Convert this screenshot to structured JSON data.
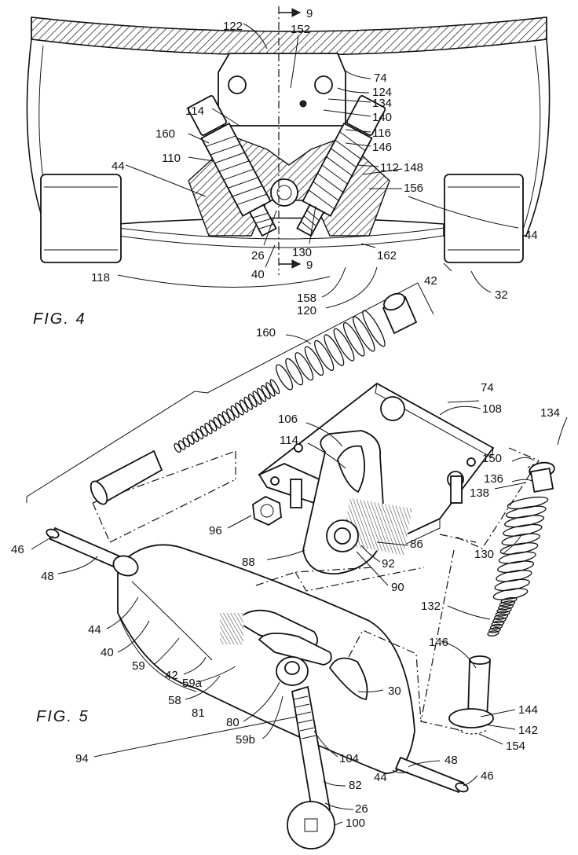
{
  "figures": {
    "fig4": {
      "caption": "FIG. 4"
    },
    "fig5": {
      "caption": "FIG. 5"
    }
  },
  "section_marks": {
    "top": "9",
    "bottom": "9"
  },
  "fig4_labels": {
    "l122": "122",
    "l152": "152",
    "l74": "74",
    "l124": "124",
    "l134": "134",
    "l140": "140",
    "l114": "114",
    "l116": "116",
    "l160": "160",
    "l146": "146",
    "l110": "110",
    "l112": "112",
    "l148": "148",
    "l44a": "44",
    "l156": "156",
    "l44b": "44",
    "l26": "26",
    "l130": "130",
    "l162": "162",
    "l40": "40",
    "l118": "118",
    "l42": "42",
    "l32": "32",
    "l158": "158",
    "l120": "120"
  },
  "fig5_labels": {
    "l160": "160",
    "l74": "74",
    "l108": "108",
    "l134": "134",
    "l106": "106",
    "l114": "114",
    "l150": "150",
    "l136": "136",
    "l138": "138",
    "l96": "96",
    "l86": "86",
    "l130": "130",
    "l46a": "46",
    "l88": "88",
    "l92": "92",
    "l48a": "48",
    "l90": "90",
    "l132": "132",
    "l44a": "44",
    "l40": "40",
    "l146": "146",
    "l59": "59",
    "l42": "42",
    "l59a": "59a",
    "l30": "30",
    "l58": "58",
    "l81": "81",
    "l144": "144",
    "l80": "80",
    "l142": "142",
    "l59b": "59b",
    "l154": "154",
    "l94": "94",
    "l104": "104",
    "l48b": "48",
    "l44b": "44",
    "l46b": "46",
    "l82": "82",
    "l26": "26",
    "l100": "100"
  }
}
